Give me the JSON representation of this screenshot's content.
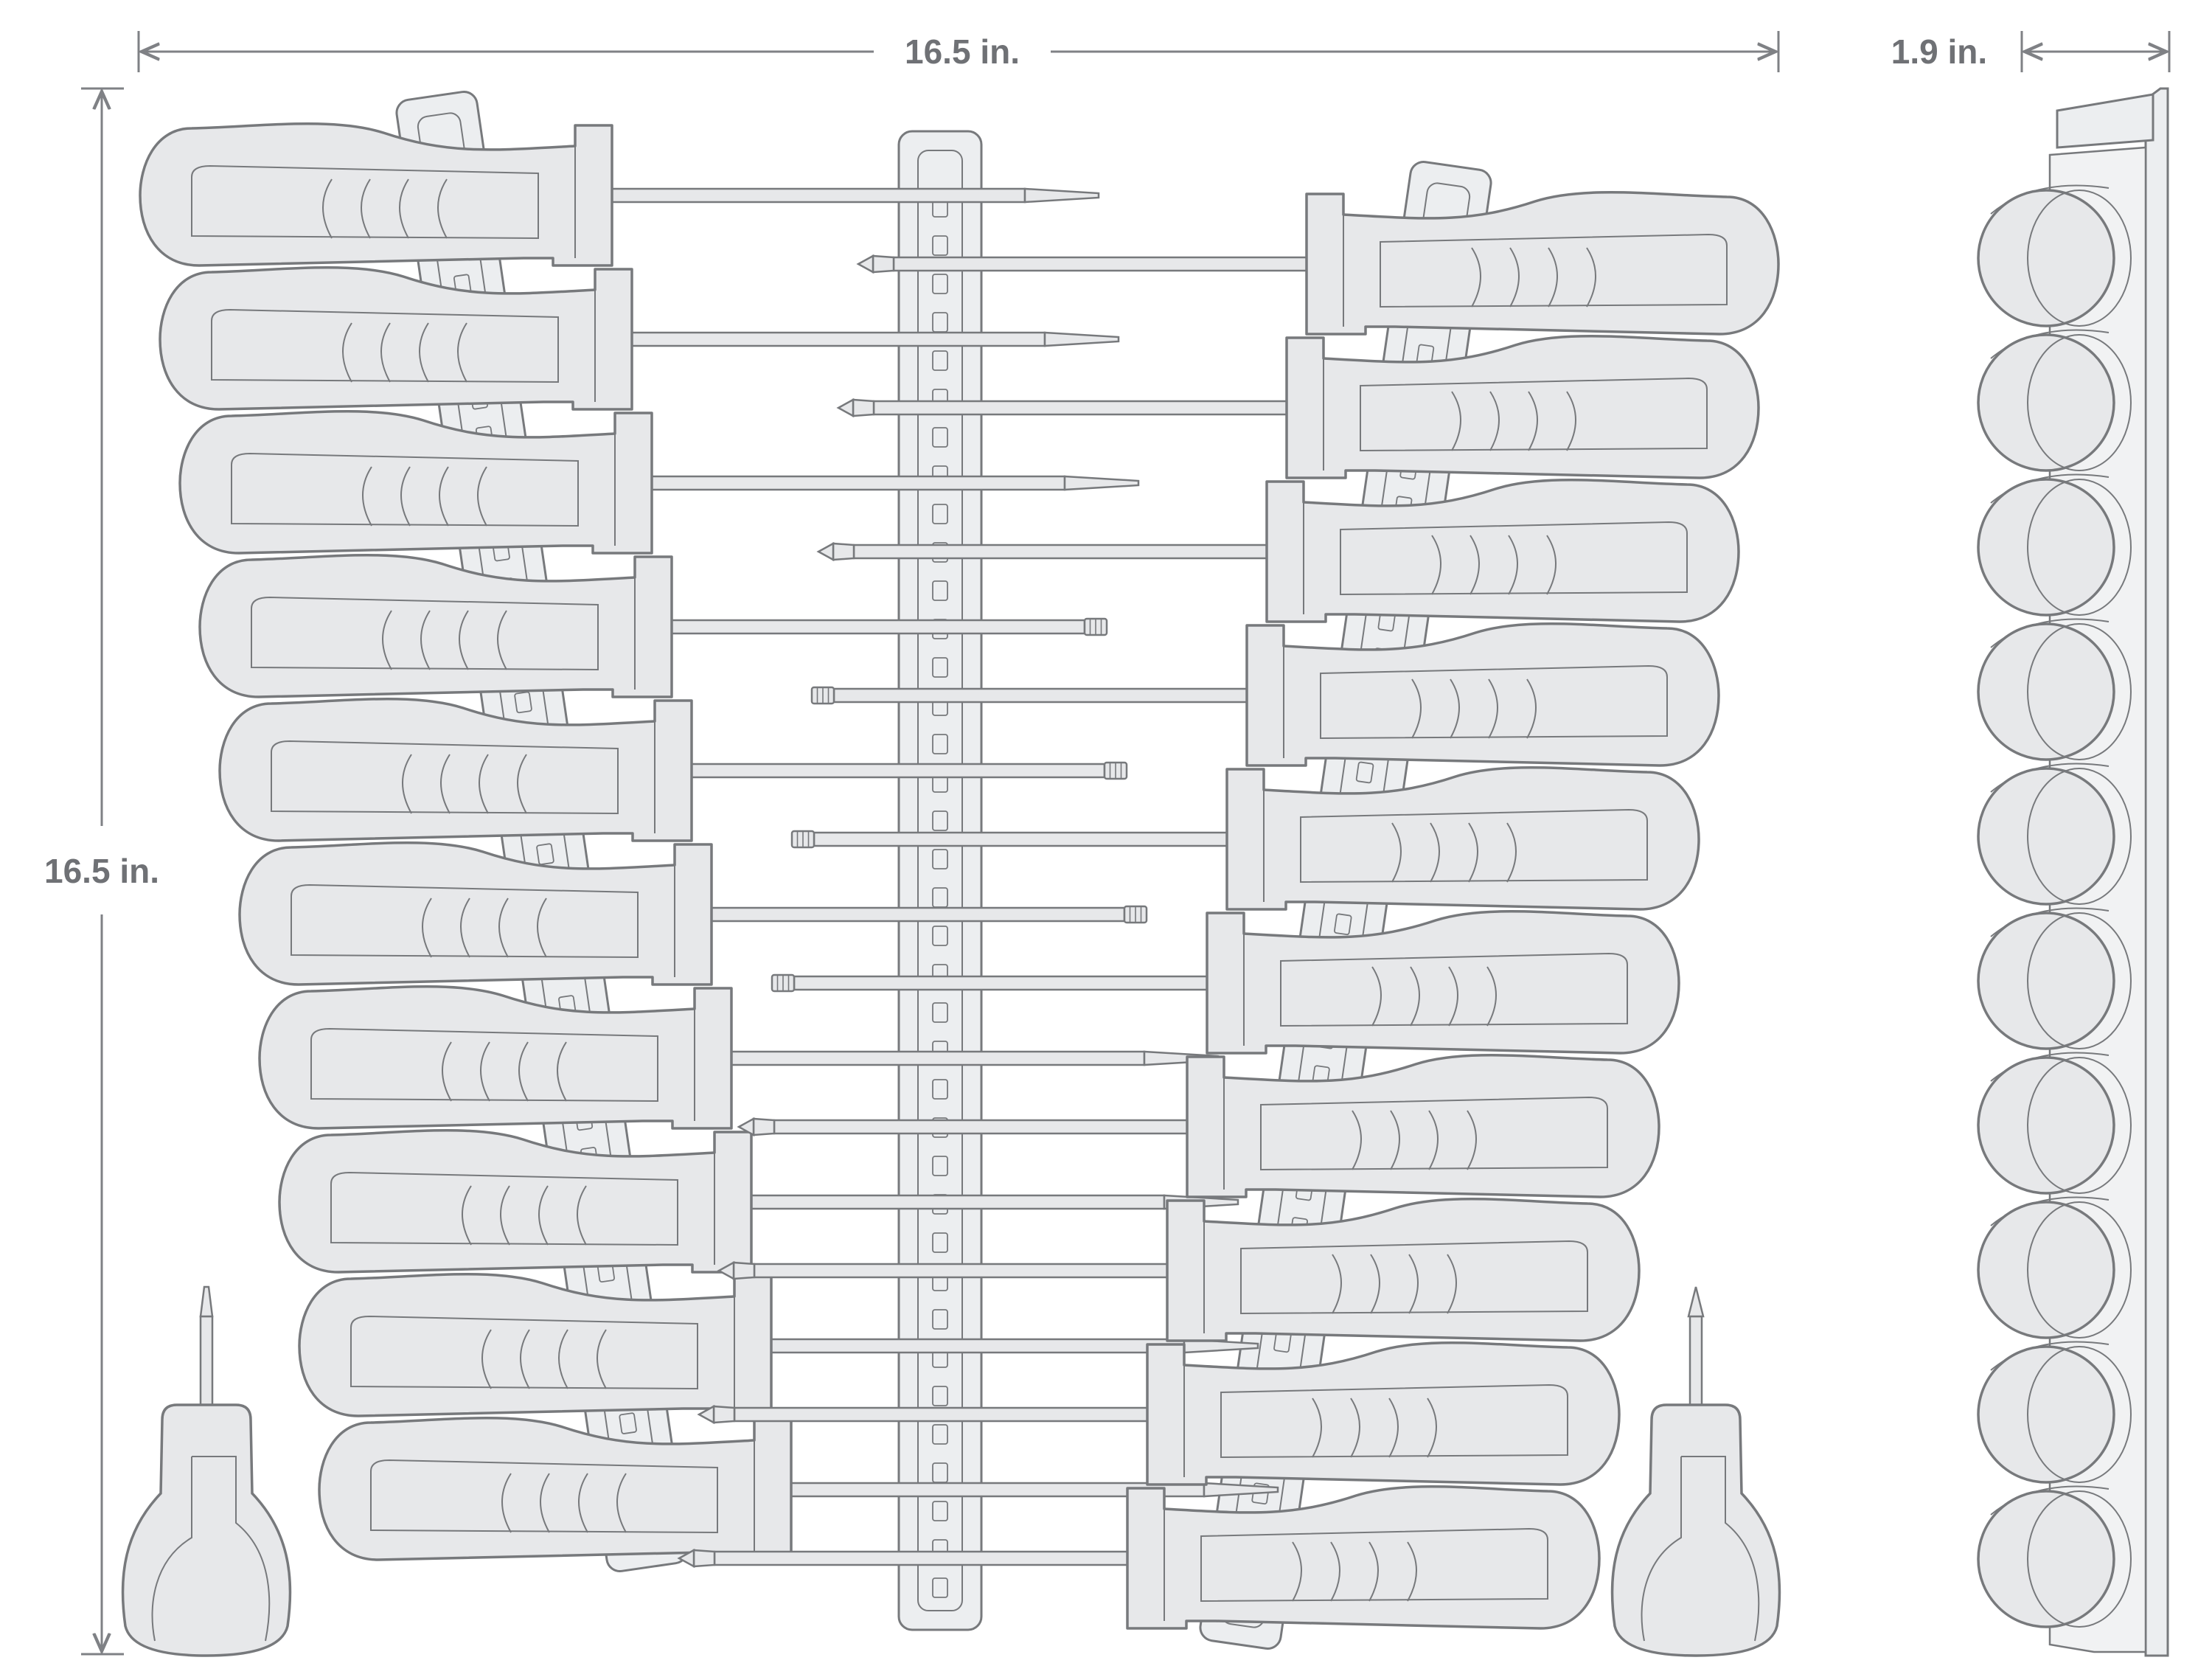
{
  "dimensions": {
    "width_label": "16.5 in.",
    "height_label": "16.5 in.",
    "depth_label": "1.9 in."
  },
  "left_tools": [
    {
      "tip": "slotted"
    },
    {
      "tip": "slotted"
    },
    {
      "tip": "slotted"
    },
    {
      "tip": "torx"
    },
    {
      "tip": "torx"
    },
    {
      "tip": "torx"
    },
    {
      "tip": "slotted"
    },
    {
      "tip": "slotted"
    },
    {
      "tip": "slotted"
    },
    {
      "tip": "slotted"
    }
  ],
  "right_tools": [
    {
      "tip": "phillips"
    },
    {
      "tip": "phillips"
    },
    {
      "tip": "phillips"
    },
    {
      "tip": "torx"
    },
    {
      "tip": "torx"
    },
    {
      "tip": "torx"
    },
    {
      "tip": "phillips"
    },
    {
      "tip": "phillips"
    },
    {
      "tip": "phillips"
    },
    {
      "tip": "phillips"
    }
  ],
  "stubby_tools": [
    {
      "tip": "slotted"
    },
    {
      "tip": "phillips"
    }
  ],
  "side_view_handles": 10,
  "colors": {
    "handle_fill": "#e7e8ea",
    "outline": "#77797c",
    "dimension_line": "#7f8185",
    "label_text": "#6f7175",
    "rail_fill": "#eceef0"
  }
}
